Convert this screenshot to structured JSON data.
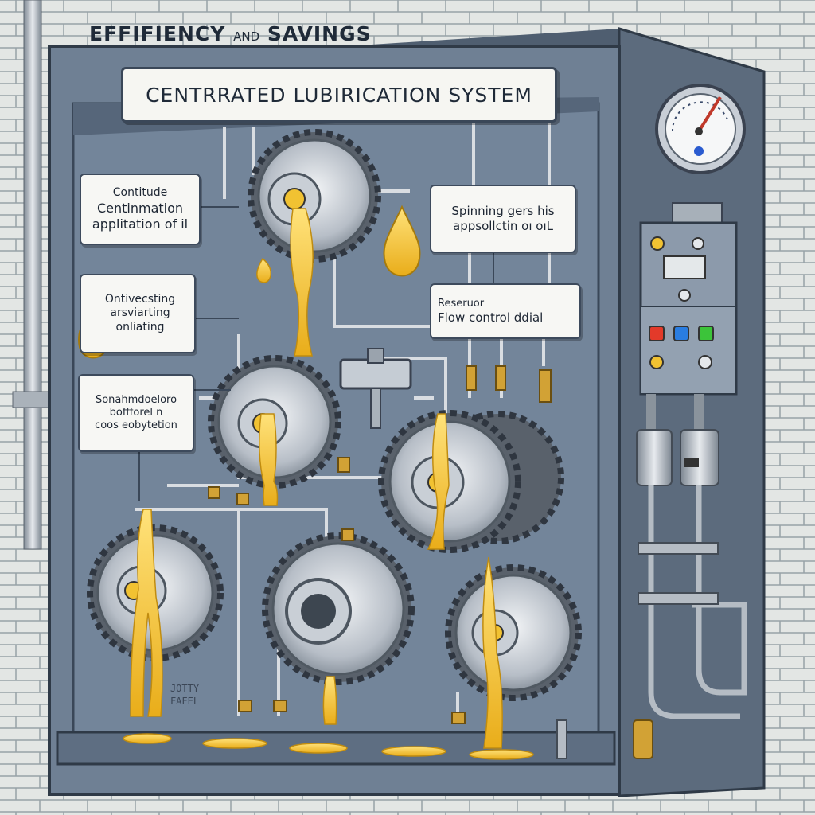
{
  "header": {
    "title_part1": "EFFIFIENCY",
    "title_part2": "AND",
    "title_part3": "SAVINGS"
  },
  "banner": {
    "title": "CENTRRATED LUBIRICATION SYSTEM"
  },
  "labels": {
    "box1": {
      "line1": "Contitude",
      "line2": "Centinmation",
      "line3": "applitation of il"
    },
    "box2": {
      "line1": "Ontivecsting",
      "line2": "arsviarting",
      "line3": "onliating"
    },
    "box3": {
      "line1": "Sonahmdoeloro",
      "line2": "boffforel n",
      "line3": "coos eobytetion"
    },
    "box4": {
      "line1": "Spinning gers his",
      "line2": "appsollctin oı oıL"
    },
    "box5": {
      "line1": "Reseruor",
      "line2": "Flow control ddial"
    }
  },
  "stamp": {
    "line1": "JOTTY",
    "line2": "FAFEL"
  },
  "colors": {
    "cabinet": "#6f8094",
    "cabinet_dark": "#4f5e70",
    "oil": "#f1c232",
    "wall": "#e3e6e4",
    "brick_line": "#9aa3a8"
  },
  "icons": {
    "gauge": "pressure-gauge-icon",
    "drop": "oil-drop-icon",
    "gear": "gear-icon"
  }
}
